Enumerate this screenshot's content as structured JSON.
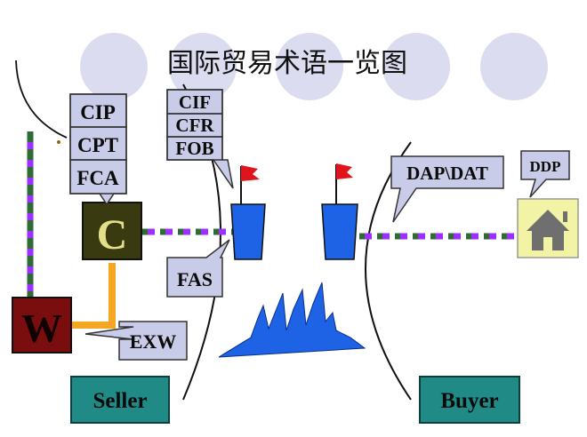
{
  "title": "国际贸易术语一览图",
  "terms": {
    "cip": "CIP",
    "cpt": "CPT",
    "fca": "FCA",
    "cif": "CIF",
    "cfr": "CFR",
    "fob": "FOB",
    "fas": "FAS",
    "exw": "EXW",
    "dap_dat": "DAP\\DAT",
    "ddp": "DDP"
  },
  "nodes": {
    "c_label": "C",
    "w_label": "W"
  },
  "parties": {
    "seller": "Seller",
    "buyer": "Buyer"
  },
  "colors": {
    "callout_fill": "#c9cce8",
    "circle_fill": "#dcdcf0",
    "party_fill": "#1f8a86",
    "c_fill": "#3a3a10",
    "c_text": "#e4e08a",
    "w_fill": "#7a0e0e",
    "w_text": "#110000",
    "route_green": "#2f6b35",
    "route_purple": "#9b30ff",
    "exw_orange": "#f5a623",
    "ship_blue": "#1e63e6",
    "flag_red": "#e1141b",
    "house_fill": "#f3f3a6",
    "house_icon": "#6f6f6f"
  }
}
